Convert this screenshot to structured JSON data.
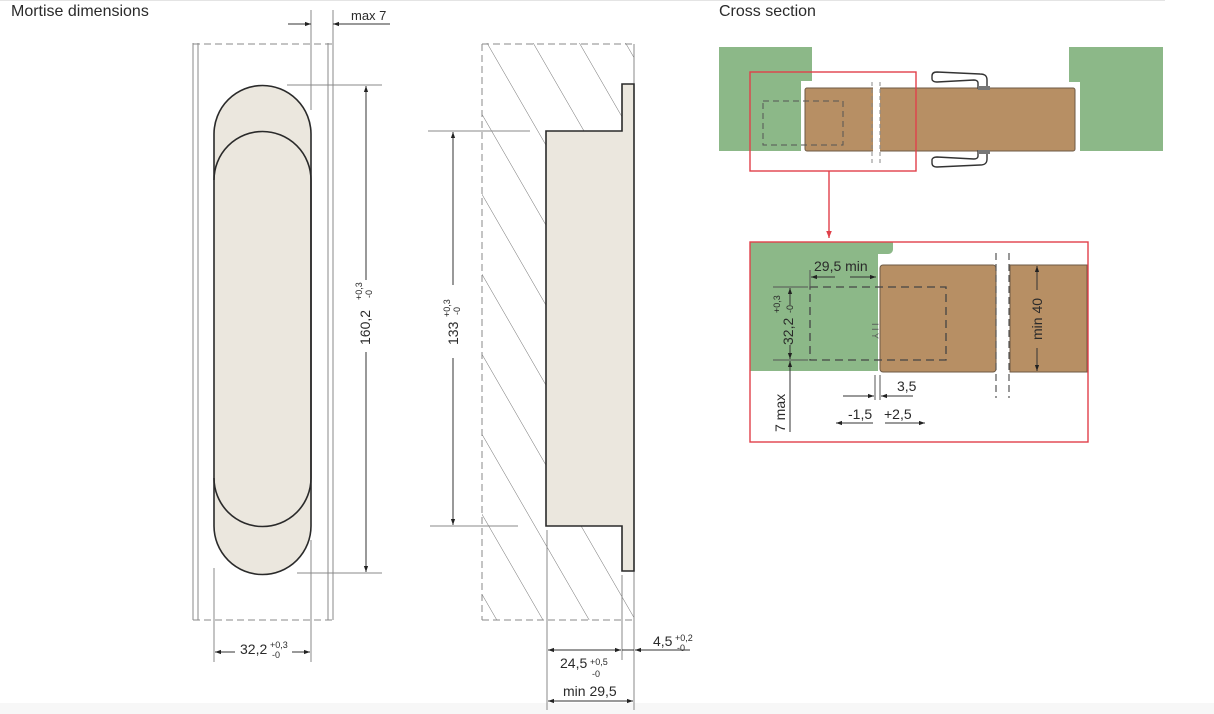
{
  "sections": {
    "mortise": {
      "title": "Mortise dimensions"
    },
    "cross": {
      "title": "Cross section"
    }
  },
  "colors": {
    "hinge_body": "#ebe7de",
    "frame_green": "#8cb888",
    "door_wood": "#b78f64",
    "detail_frame_red": "#e0404a",
    "line": "#555555",
    "outline": "#2a2a2a"
  },
  "mortise_view": {
    "max_gap": {
      "value": "max 7"
    },
    "length": {
      "value": "160,2",
      "tol_plus": "+0,3",
      "tol_minus": "-0"
    },
    "width": {
      "value": "32,2",
      "tol_plus": "+0,3",
      "tol_minus": "-0"
    }
  },
  "side_view": {
    "body_length": {
      "value": "133",
      "tol_plus": "+0,3",
      "tol_minus": "-0"
    },
    "flange_thickness": {
      "value": "4,5",
      "tol_plus": "+0,2",
      "tol_minus": "-0"
    },
    "body_depth": {
      "value": "24,5",
      "tol_plus": "+0,5",
      "tol_minus": "-0"
    },
    "min_depth": {
      "value": "min 29,5"
    }
  },
  "detail_view": {
    "depth": {
      "value": "29,5 min"
    },
    "width": {
      "value": "32,2",
      "tol_plus": "+0,3",
      "tol_minus": "-0"
    },
    "door_thickness": {
      "value": "min 40"
    },
    "offset": {
      "value": "7 max"
    },
    "gap": {
      "value": "3,5"
    },
    "adjust_minus": {
      "value": "-1,5"
    },
    "adjust_plus": {
      "value": "+2,5"
    }
  }
}
